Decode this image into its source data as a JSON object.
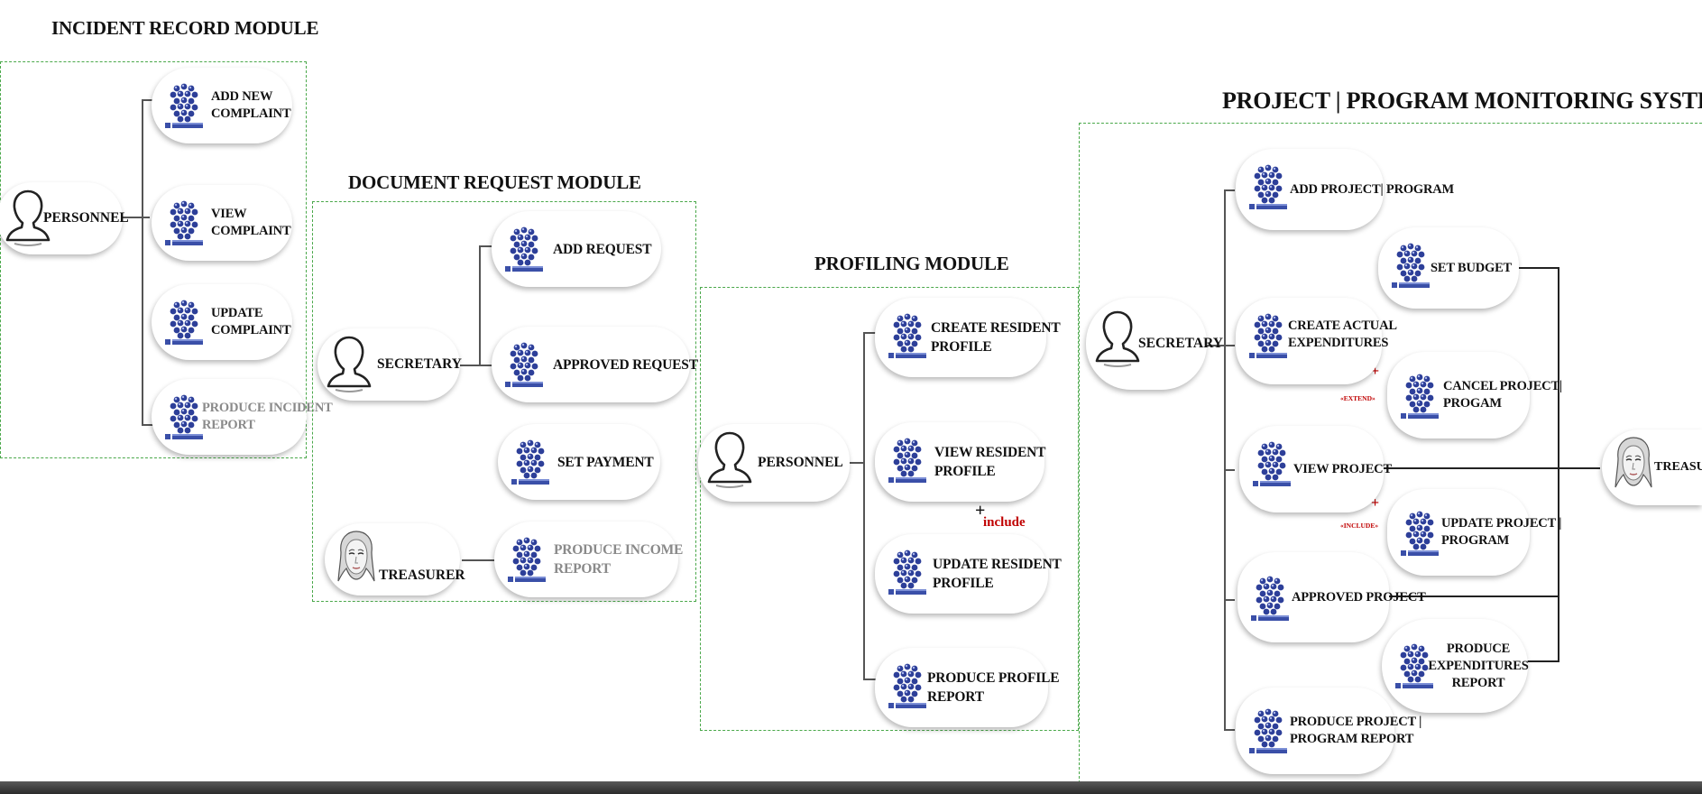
{
  "diagram": {
    "incident": {
      "title": "INCIDENT RECORD MODULE",
      "actor": "PERSONNEL",
      "cases": {
        "add_new": [
          "ADD NEW",
          "COMPLAINT"
        ],
        "view": [
          "VIEW",
          "COMPLAINT"
        ],
        "update": [
          "UPDATE",
          "COMPLAINT"
        ],
        "produce": [
          "PRODUCE INCIDENT",
          "REPORT"
        ]
      }
    },
    "document": {
      "title": "DOCUMENT REQUEST MODULE",
      "actor_secretary": "SECRETARY",
      "actor_treasurer": "TREASURER",
      "cases": {
        "add": [
          "ADD REQUEST"
        ],
        "approved": [
          "APPROVED REQUEST"
        ],
        "payment": [
          "SET PAYMENT"
        ],
        "produce": [
          "PRODUCE INCOME",
          "REPORT"
        ]
      }
    },
    "profiling": {
      "title": "PROFILING  MODULE",
      "actor": "PERSONNEL",
      "include_label": "include",
      "cases": {
        "create": [
          "CREATE RESIDENT",
          "PROFILE"
        ],
        "view": [
          "VIEW RESIDENT",
          "PROFILE"
        ],
        "update": [
          "UPDATE RESIDENT",
          "PROFILE"
        ],
        "produce": [
          "PRODUCE PROFILE",
          "REPORT"
        ]
      }
    },
    "project": {
      "title": "PROJECT | PROGRAM MONITORING SYSTEM",
      "actor_secretary": "SECRETARY",
      "actor_treasurer": "TREASURER",
      "extend_label": "«EXTEND»",
      "include_label": "«INCLUDE»",
      "cases": {
        "add": [
          "ADD PROJECT| PROGRAM"
        ],
        "budget": [
          "SET BUDGET"
        ],
        "create_exp": [
          "CREATE ACTUAL",
          "EXPENDITURES"
        ],
        "cancel": [
          "CANCEL PROJECT|",
          "PROGAM"
        ],
        "view": [
          "VIEW PROJECT"
        ],
        "update": [
          "UPDATE PROJECT |",
          "PROGRAM"
        ],
        "approved": [
          "APPROVED PROJECT"
        ],
        "produce_exp": [
          "PRODUCE",
          "EXPENDITURES",
          "REPORT"
        ],
        "produce_proj": [
          "PRODUCE PROJECT |",
          "PROGRAM REPORT"
        ]
      }
    }
  }
}
